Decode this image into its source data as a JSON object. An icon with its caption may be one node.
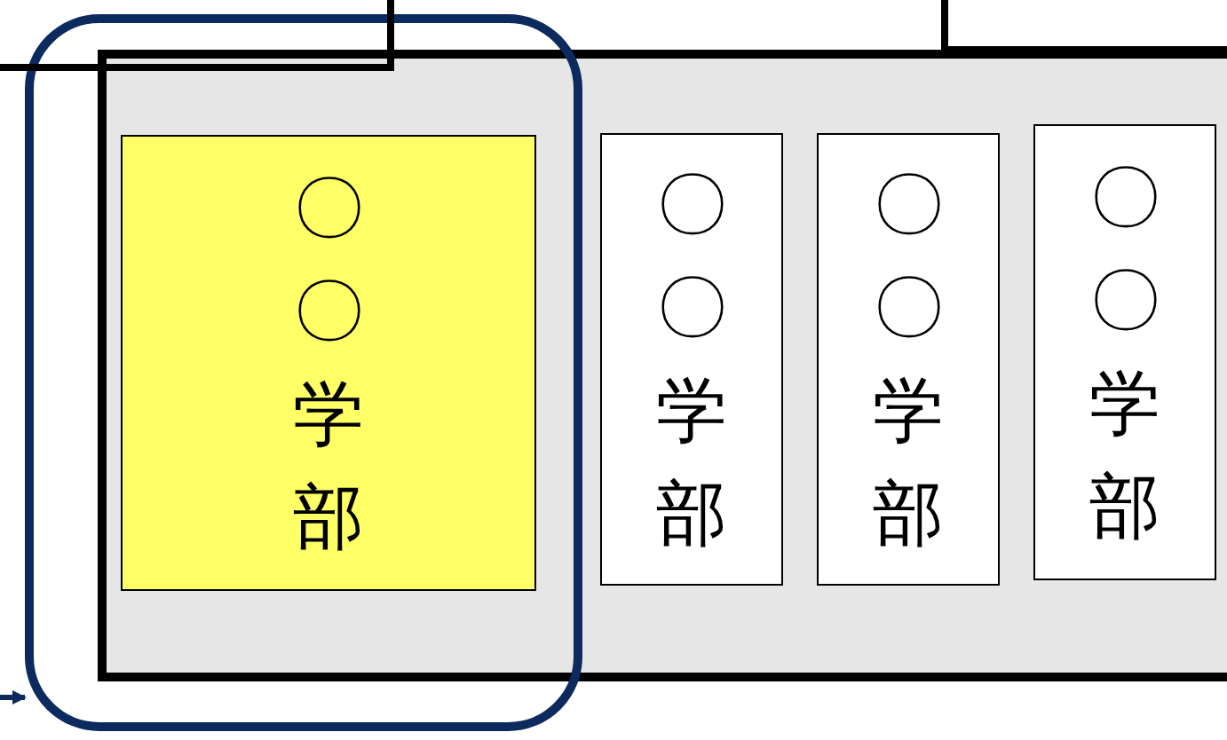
{
  "diagram": {
    "nodes": [
      {
        "text": [],
        "shape": "box"
      },
      {
        "text": [],
        "shape": "box"
      },
      {
        "text": [],
        "shape": "box"
      },
      {
        "text": [],
        "shape": "rounded"
      },
      {
        "text": [
          "〇〇学部"
        ]
      },
      {
        "text": [
          "〇〇学部"
        ],
        "in": 2
      },
      {
        "text": [
          "〇〇学部"
        ],
        "in": 2
      },
      {
        "text": [
          "〇〇学部"
        ],
        "in": 2
      }
    ],
    "edges": [
      {
        "from": null,
        "to": 3,
        "arrow": "to"
      }
    ]
  }
}
